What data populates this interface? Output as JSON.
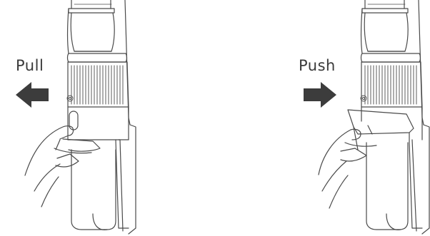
{
  "panels": [
    {
      "id": "pull",
      "label": "Pull",
      "arrow_direction": "left",
      "arrow_color": "#3c3c3c"
    },
    {
      "id": "push",
      "label": "Push",
      "arrow_direction": "right",
      "arrow_color": "#3c3c3c"
    }
  ],
  "colors": {
    "line": "#4a4a4a",
    "arrow": "#3c3c3c",
    "background": "#ffffff"
  }
}
